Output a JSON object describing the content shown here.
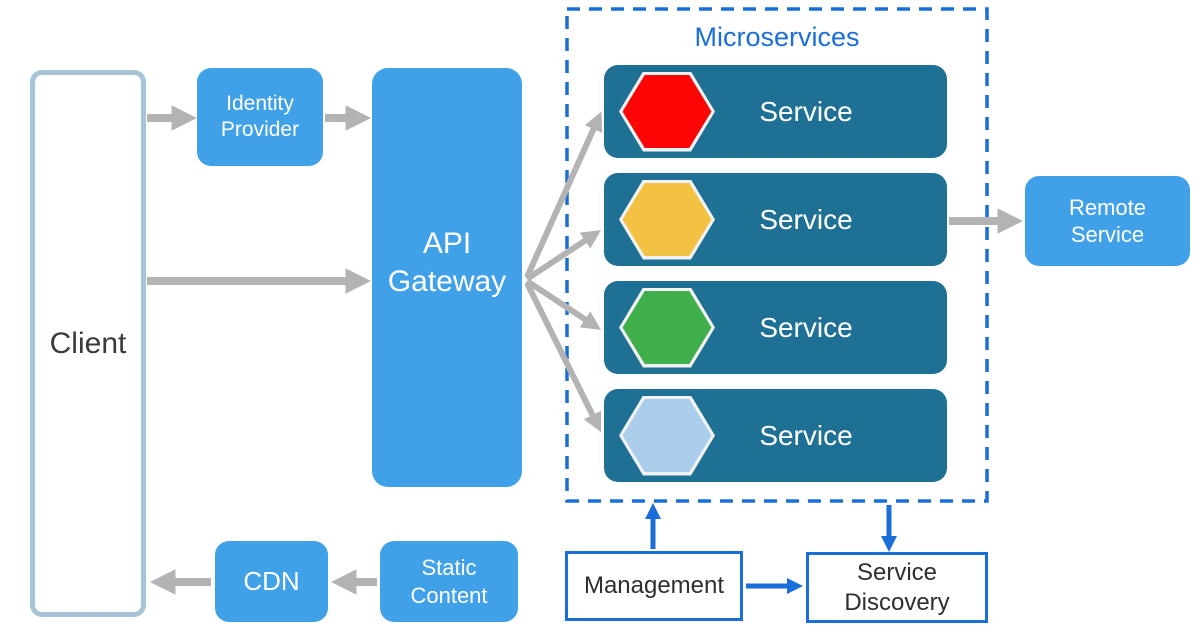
{
  "colors": {
    "node_blue": "#41a1e8",
    "service_teal": "#1f7095",
    "blue_accent": "#1a6ed8",
    "gray_arrow": "#b3b3b3",
    "client_border": "#a6c4d6",
    "dark_text": "#3a3a3a",
    "hex_border": "#f2f2f2"
  },
  "nodes": {
    "client": "Client",
    "identity_provider": "Identity Provider",
    "api_gateway": "API Gateway",
    "remote_service": "Remote Service",
    "cdn": "CDN",
    "static_content": "Static Content",
    "management": "Management",
    "service_discovery": "Service Discovery"
  },
  "microservices": {
    "title": "Microservices",
    "services": [
      {
        "label": "Service",
        "hex_color": "#fb0505"
      },
      {
        "label": "Service",
        "hex_color": "#f4c243"
      },
      {
        "label": "Service",
        "hex_color": "#3faf4c"
      },
      {
        "label": "Service",
        "hex_color": "#a9cdeb"
      }
    ]
  }
}
